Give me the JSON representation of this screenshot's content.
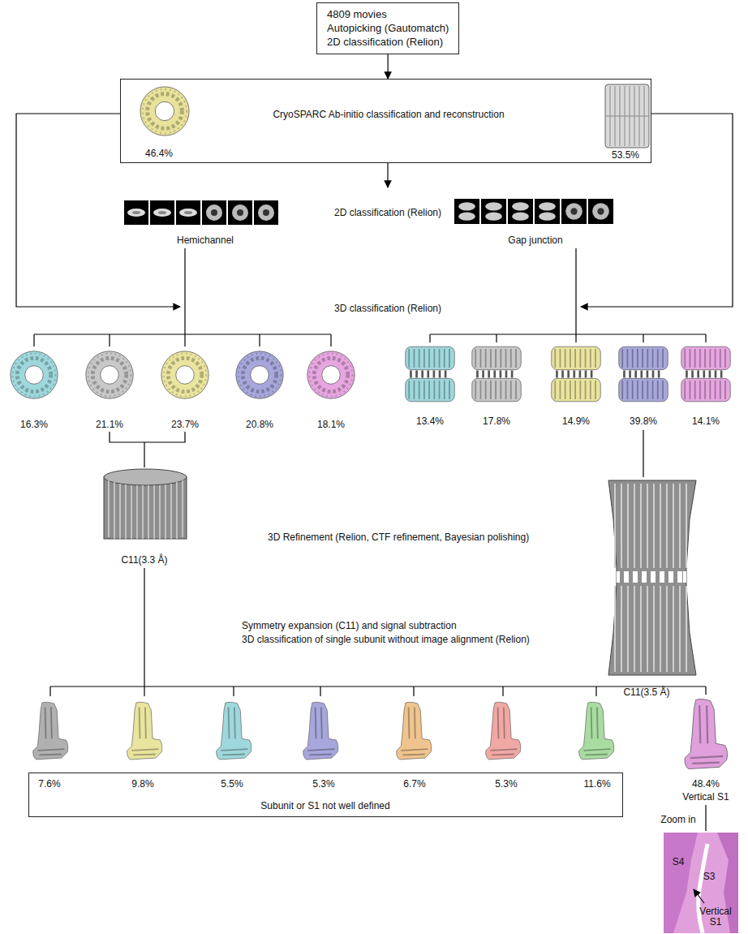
{
  "diagram": {
    "nodes": [
      {
        "text": [
          "4809 movies",
          "Autopicking (Gautomatch)",
          "2D classification (Relion)"
        ]
      },
      {
        "text": [
          "CryoSPARC Ab-initio classification and reconstruction",
          "46.4%",
          "53.5%"
        ]
      },
      {
        "text": [
          "7.6%",
          "9.8%",
          "5.5%",
          "5.3%",
          "6.7%",
          "5.3%",
          "11.6%",
          "Subunit or S1 not well defined"
        ]
      }
    ],
    "edges": [
      {
        "from": 0,
        "to": 1,
        "arrow": "to"
      }
    ],
    "labels": [
      "2D classification (Relion)",
      "Hemichannel",
      "Gap junction",
      "3D classification (Relion)",
      "16.3%",
      "21.1%",
      "23.7%",
      "20.8%",
      "18.1%",
      "13.4%",
      "17.8%",
      "14.9%",
      "39.8%",
      "14.1%",
      "3D Refinement (Relion, CTF refinement, Bayesian polishing)",
      "C11(3.3 Å)",
      "C11(3.5 Å)",
      "Symmetry expansion (C11) and signal subtraction",
      "3D classification of single subunit without image alignment (Relion)",
      "48.4%",
      "Vertical S1",
      "Zoom in",
      "S4",
      "S3",
      "Vertical S1"
    ]
  }
}
